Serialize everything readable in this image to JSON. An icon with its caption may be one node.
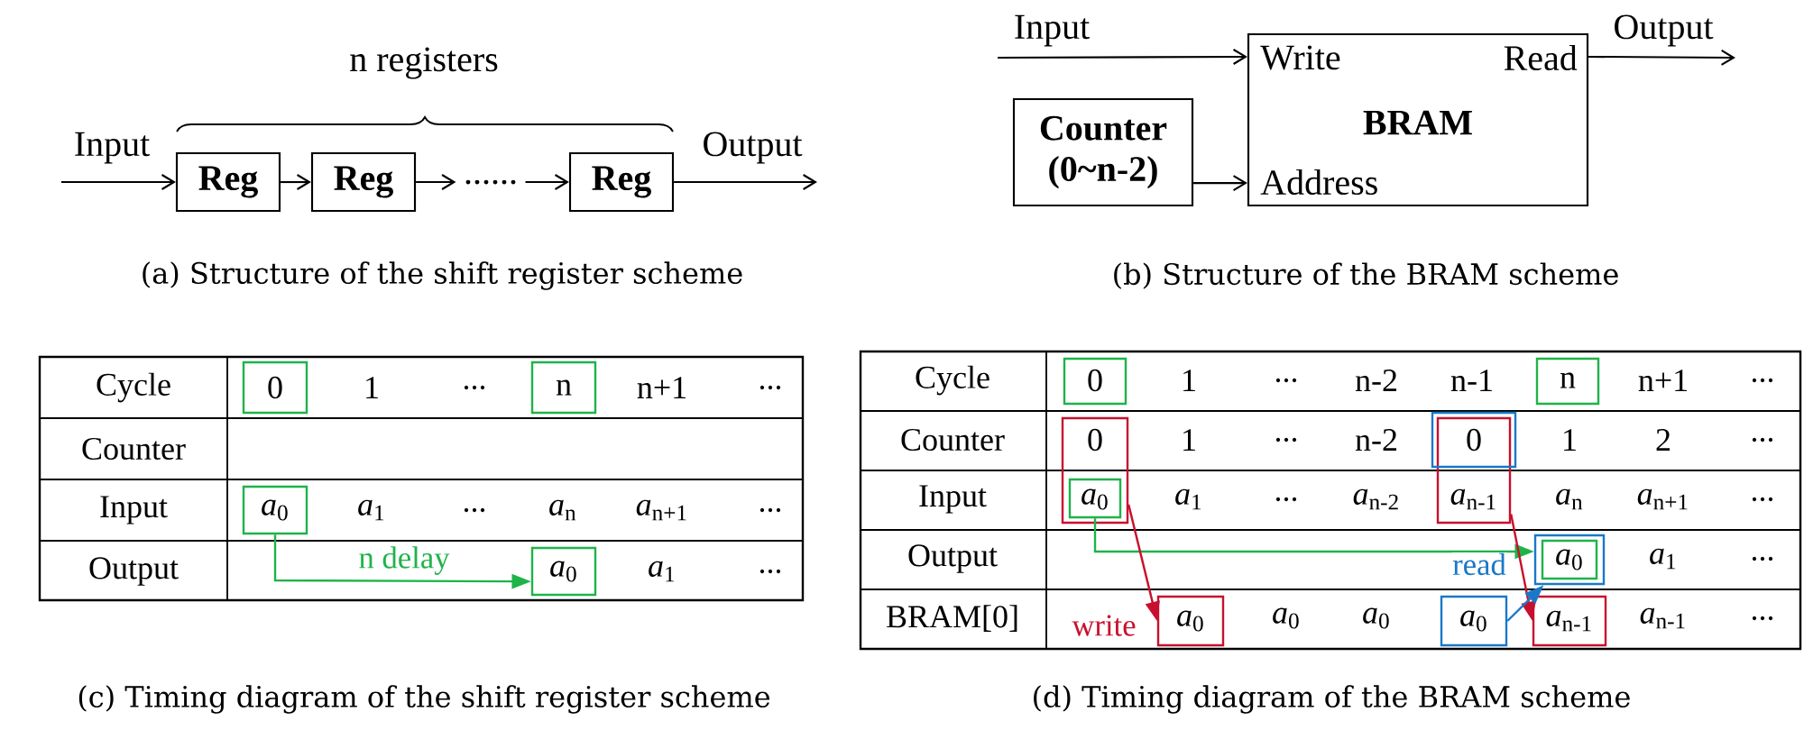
{
  "diagram": {
    "nodes": [
      {
        "text": [
          "Reg"
        ]
      },
      {
        "text": [
          "Reg"
        ]
      },
      {
        "text": [
          "......"
        ]
      },
      {
        "text": [
          "Reg"
        ]
      },
      {
        "text": [
          "Write",
          "Read",
          "BRAM",
          "Address"
        ]
      },
      {
        "text": [
          "Counter (0~n-2)"
        ]
      },
      {
        "text": [
          "0"
        ]
      },
      {
        "text": [
          "n"
        ]
      },
      {
        "text": [
          "*a*$_{0}$"
        ]
      },
      {
        "text": [
          "*a*$_{0}$"
        ]
      },
      {
        "text": [
          "0"
        ]
      },
      {
        "text": [
          "n"
        ]
      },
      {
        "text": [
          "0"
        ]
      },
      {
        "text": [
          "*a*$_{0}$"
        ],
        "in": 12
      },
      {
        "text": [
          "*a*$_{n-1}$"
        ]
      },
      {
        "text": [
          "0"
        ]
      },
      {
        "text": [],
        "shape": "box"
      },
      {
        "text": [
          "*a*$_{0}$"
        ],
        "in": 16
      },
      {
        "text": [
          "*a*$_{0}$"
        ]
      },
      {
        "text": [
          "*a*$_{0}$"
        ]
      },
      {
        "text": [
          "*a*$_{n-1}$"
        ]
      }
    ],
    "edges": [
      {
        "from": null,
        "to": 0,
        "arrow": "to",
        "label": "Input"
      },
      {
        "from": 0,
        "to": 1,
        "arrow": "to"
      },
      {
        "from": 1,
        "to": 2,
        "arrow": "to"
      },
      {
        "from": 2,
        "to": 3,
        "arrow": "to"
      },
      {
        "from": 3,
        "to": null,
        "arrow": "to",
        "label": "Output"
      },
      {
        "from": null,
        "to": 4,
        "arrow": "to",
        "label": "Input"
      },
      {
        "from": 4,
        "to": null,
        "arrow": "to",
        "label": "Output"
      },
      {
        "from": 5,
        "to": 4,
        "arrow": "to"
      },
      {
        "from": 8,
        "to": 9,
        "arrow": "to",
        "label": "n delay",
        "color": "#1fb34a"
      },
      {
        "from": 13,
        "to": 16,
        "arrow": "to",
        "color": "#1fb34a"
      },
      {
        "from": 12,
        "to": 18,
        "arrow": "to",
        "label": "write",
        "color": "#c8102e"
      },
      {
        "from": 14,
        "to": 20,
        "arrow": "to",
        "color": "#c8102e"
      },
      {
        "from": 19,
        "to": 16,
        "arrow": "to",
        "label": "read",
        "color": "#1a78c8"
      }
    ],
    "labels": [
      "n registers",
      "(a) Structure of the shift register scheme",
      "(b) Structure of the BRAM scheme",
      "Cycle",
      "1",
      "...",
      "n+1",
      "...",
      "Counter",
      "Input",
      "*a*$_{1}$",
      "...",
      "*a*$_{n}$",
      "*a*$_{n+1}$",
      "...",
      "Output",
      "*a*$_{1}$",
      "...",
      "(c) Timing diagram of the shift register scheme",
      "Cycle",
      "1",
      "...",
      "n-2",
      "n-1",
      "n+1",
      "...",
      "Counter",
      "1",
      "...",
      "n-2",
      "1",
      "2",
      "...",
      "Input",
      "*a*$_{1}$",
      "...",
      "*a*$_{n-2}$",
      "*a*$_{n}$",
      "*a*$_{n+1}$",
      "...",
      "Output",
      "*a*$_{1}$",
      "...",
      "BRAM[0]",
      "*a*$_{0}$",
      "*a*$_{0}$",
      "*a*$_{n-1}$",
      "...",
      "(d) Timing diagram of the BRAM scheme"
    ]
  }
}
